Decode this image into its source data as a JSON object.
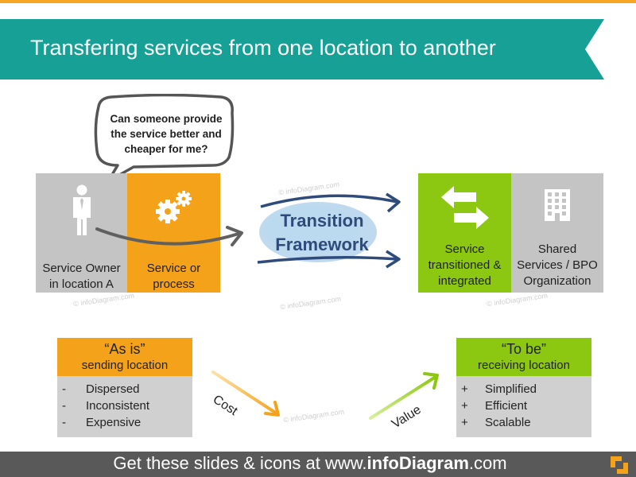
{
  "title": "Transfering services from one location to another",
  "bubble": "Can someone provide the service better and cheaper for me?",
  "boxes": {
    "owner": [
      "Service Owner",
      "in location A"
    ],
    "service": [
      "Service or",
      "process"
    ],
    "transitioned": [
      "Service",
      "transitioned &",
      "integrated"
    ],
    "shared": [
      "Shared",
      "Services / BPO",
      "Organization"
    ]
  },
  "framework": [
    "Transition",
    "Framework"
  ],
  "as_is": {
    "quote": "“As is”",
    "sub": "sending location",
    "items": [
      {
        "bullet": "-",
        "text": "Dispersed"
      },
      {
        "bullet": "-",
        "text": "Inconsistent"
      },
      {
        "bullet": "-",
        "text": "Expensive"
      }
    ]
  },
  "to_be": {
    "quote": "“To be”",
    "sub": "receiving location",
    "items": [
      {
        "bullet": "+",
        "text": "Simplified"
      },
      {
        "bullet": "+",
        "text": "Efficient"
      },
      {
        "bullet": "+",
        "text": "Scalable"
      }
    ]
  },
  "cost_label": "Cost",
  "value_label": "Value",
  "watermark": "© infoDiagram.com",
  "footer": {
    "prefix": "Get these slides & icons at www.",
    "brand": "infoDiagram",
    "suffix": ".com"
  },
  "colors": {
    "teal": "#16a096",
    "orange": "#f5a21b",
    "green": "#8cc712",
    "grey": "#c4c4c4",
    "navy": "#2f4b7c"
  },
  "icons": [
    "person-icon",
    "gears-icon",
    "exchange-arrows-icon",
    "building-icon"
  ]
}
